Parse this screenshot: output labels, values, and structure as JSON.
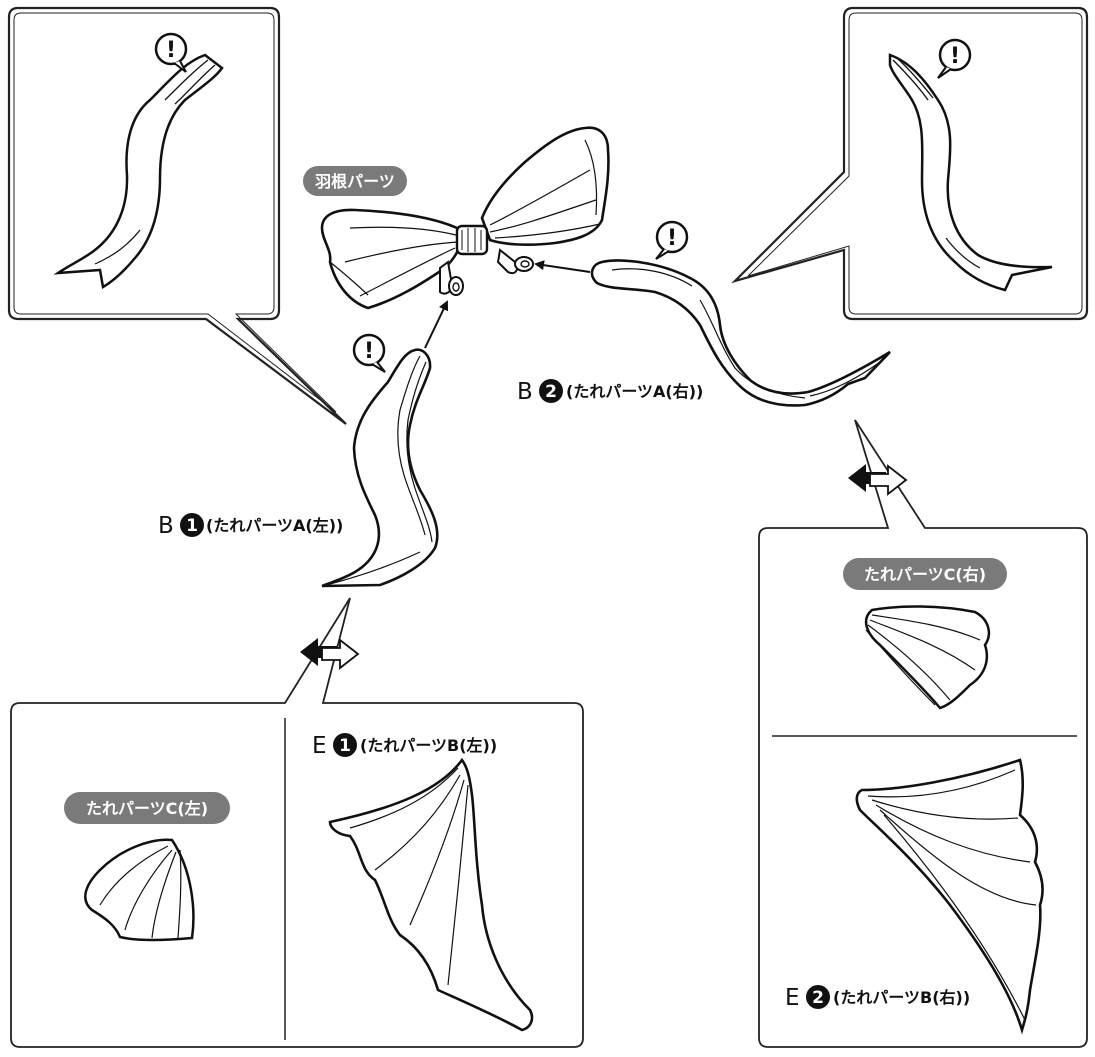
{
  "wing_pill": "羽根パーツ",
  "caution_mark": "!",
  "left_upper": {
    "letter": "B",
    "number": "1",
    "text": "(たれパーツA(左))"
  },
  "right_upper": {
    "letter": "B",
    "number": "2",
    "text": "(たれパーツA(右))"
  },
  "left_lower": {
    "letter": "E",
    "number": "1",
    "text": "(たれパーツB(左))",
    "pill": "たれパーツC(左)"
  },
  "right_lower": {
    "letter": "E",
    "number": "2",
    "text": "(たれパーツB(右))",
    "pill": "たれパーツC(右)"
  },
  "colors": {
    "pill_bg": "#7a7a7a",
    "line": "#111111",
    "background": "#ffffff"
  }
}
